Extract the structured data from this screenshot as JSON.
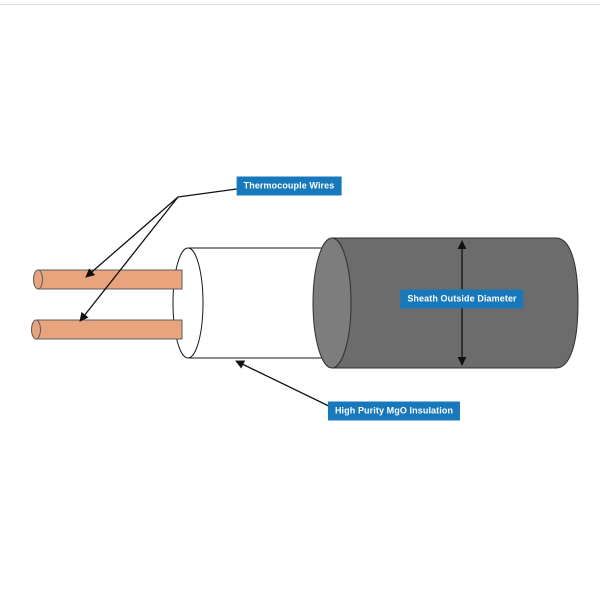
{
  "diagram": {
    "labels": {
      "thermocouple_wires": "Thermocouple Wires",
      "sheath_outside_diameter": "Sheath Outside Diameter",
      "mgo_insulation": "High Purity MgO Insulation"
    },
    "colors": {
      "label_bg": "#1878BC",
      "label_text": "#FFFFFF",
      "wire": "#E8A47C",
      "insulation": "#FFFFFF",
      "sheath_body": "#6C6C6C",
      "sheath_cap": "#7D7D7D",
      "line": "#111111"
    }
  }
}
